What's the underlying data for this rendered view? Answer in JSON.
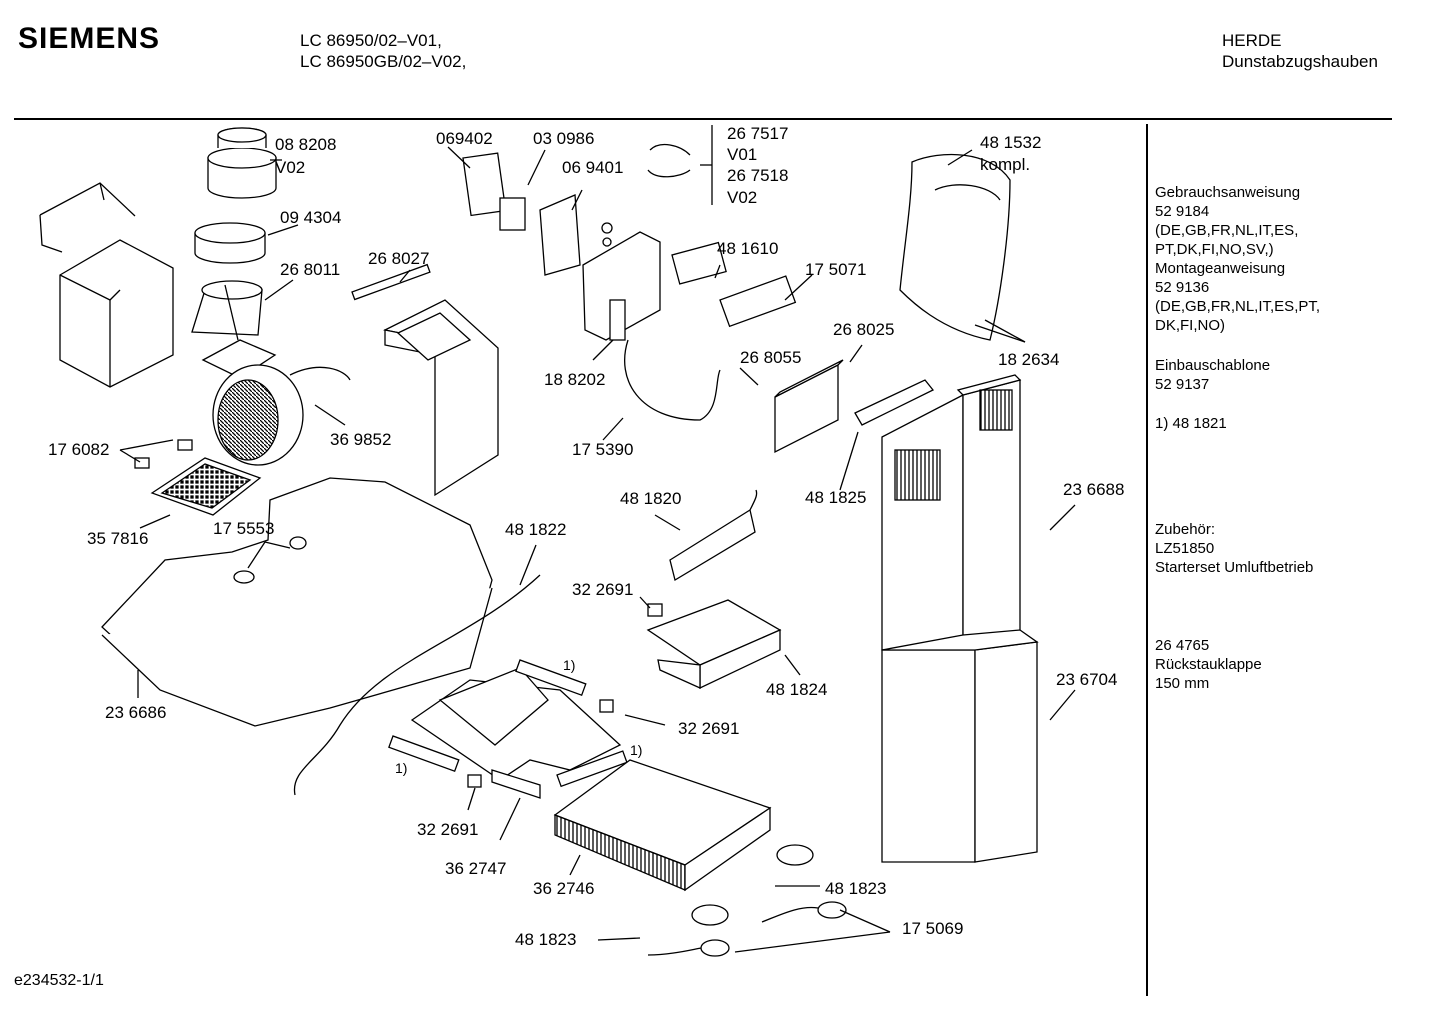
{
  "header": {
    "brand": "SIEMENS",
    "models": [
      "LC  86950/02–V01,",
      "LC 86950GB/02–V02,"
    ],
    "category": [
      "HERDE",
      "Dunstabzugshauben"
    ]
  },
  "sidebar": {
    "lines_a": [
      "Gebrauchsanweisung",
      "52 9184",
      "(DE,GB,FR,NL,IT,ES,",
      "PT,DK,FI,NO,SV,)",
      "Montageanweisung",
      "52 9136",
      "(DE,GB,FR,NL,IT,ES,PT,",
      "DK,FI,NO)"
    ],
    "lines_b": [
      "Einbauschablone",
      "52 9137"
    ],
    "note": "1)  48 1821",
    "lines_c": [
      "Zubehör:",
      "LZ51850",
      "Starterset  Umluftbetrieb"
    ],
    "lines_d": [
      "26 4765",
      "Rückstauklappe",
      "150 mm"
    ]
  },
  "parts": {
    "p088208": "08 8208",
    "v02a": "V02",
    "p094304": "09 4304",
    "p268011": "26 8011",
    "p268027": "26 8027",
    "p069402": "069402",
    "p030986": "03 0986",
    "p069401": "06 9401",
    "p267517": "26 7517",
    "v01": "V01",
    "p267518": "26 7518",
    "v02b": "V02",
    "p481532": "48 1532",
    "kompl": "kompl.",
    "p481610": "48 1610",
    "p175071": "17 5071",
    "p268025": "26 8025",
    "p182634": "18 2634",
    "p188202": "18 8202",
    "p268055": "26 8055",
    "p176082": "17 6082",
    "p369852": "36 9852",
    "p175390": "17 5390",
    "p481825": "48 1825",
    "p357816": "35 7816",
    "p175553": "17 5553",
    "p481820": "48 1820",
    "p236688": "23 6688",
    "p481822": "48 1822",
    "p322691a": "32 2691",
    "note1a": "1)",
    "p481824": "48 1824",
    "p236704": "23 6704",
    "p236686": "23 6686",
    "p322691b": "32 2691",
    "note1b": "1)",
    "note1c": "1)",
    "p322691c": "32 2691",
    "p362747": "36 2747",
    "p362746": "36 2746",
    "p481823a": "48 1823",
    "p175069": "17 5069",
    "p481823b": "48 1823"
  },
  "footer": "e234532-1/1"
}
